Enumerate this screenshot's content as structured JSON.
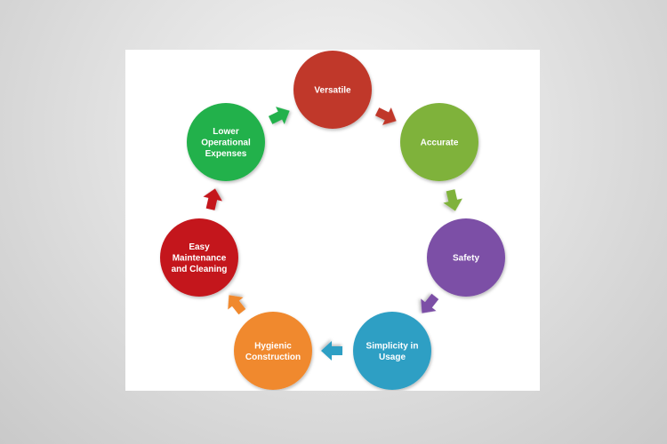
{
  "diagram": {
    "type": "cycle",
    "nodes": [
      {
        "id": "versatile",
        "label": [
          "Versatile"
        ],
        "color": "#c0392b"
      },
      {
        "id": "accurate",
        "label": [
          "Accurate"
        ],
        "color": "#7fb23a"
      },
      {
        "id": "safety",
        "label": [
          "Safety"
        ],
        "color": "#7b4fa6"
      },
      {
        "id": "simplicity",
        "label": [
          "Simplicity in",
          "Usage"
        ],
        "color": "#2e9fc4"
      },
      {
        "id": "hygienic",
        "label": [
          "Hygienic",
          "Construction"
        ],
        "color": "#f0892e"
      },
      {
        "id": "easy-maintenance",
        "label": [
          "Easy",
          "Maintenance",
          "and Cleaning"
        ],
        "color": "#c4161c"
      },
      {
        "id": "lower-expenses",
        "label": [
          "Lower",
          "Operational",
          "Expenses"
        ],
        "color": "#22b14c"
      }
    ],
    "arrows": [
      {
        "from": "versatile",
        "to": "accurate",
        "color": "#c0392b"
      },
      {
        "from": "accurate",
        "to": "safety",
        "color": "#7fb23a"
      },
      {
        "from": "safety",
        "to": "simplicity",
        "color": "#7b4fa6"
      },
      {
        "from": "simplicity",
        "to": "hygienic",
        "color": "#2e9fc4"
      },
      {
        "from": "hygienic",
        "to": "easy-maintenance",
        "color": "#f0892e"
      },
      {
        "from": "easy-maintenance",
        "to": "lower-expenses",
        "color": "#c4161c"
      },
      {
        "from": "lower-expenses",
        "to": "versatile",
        "color": "#22b14c"
      }
    ]
  }
}
